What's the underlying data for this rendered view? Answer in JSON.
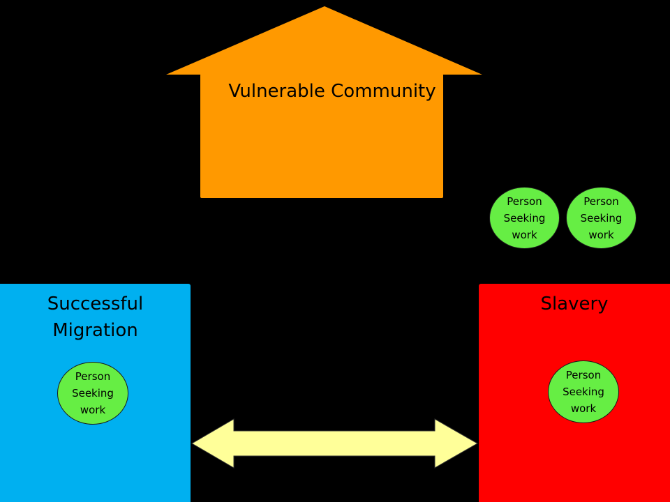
{
  "colors": {
    "background": "#000000",
    "community": "#ff9900",
    "migration": "#00b0f0",
    "slavery": "#ff0000",
    "person": "#66ee44",
    "arrow": "#ffff99"
  },
  "community": {
    "title": "Vulnerable Community",
    "people": [
      "Person\nSeeking\nwork",
      "Person\nSeeking\nwork"
    ]
  },
  "migration": {
    "title": "Successful\nMigration",
    "person": "Person\nSeeking\nwork"
  },
  "slavery": {
    "title": "Slavery",
    "person": "Person\nSeeking\nwork"
  },
  "arrow": {
    "shape": "double-headed-arrow-icon"
  }
}
